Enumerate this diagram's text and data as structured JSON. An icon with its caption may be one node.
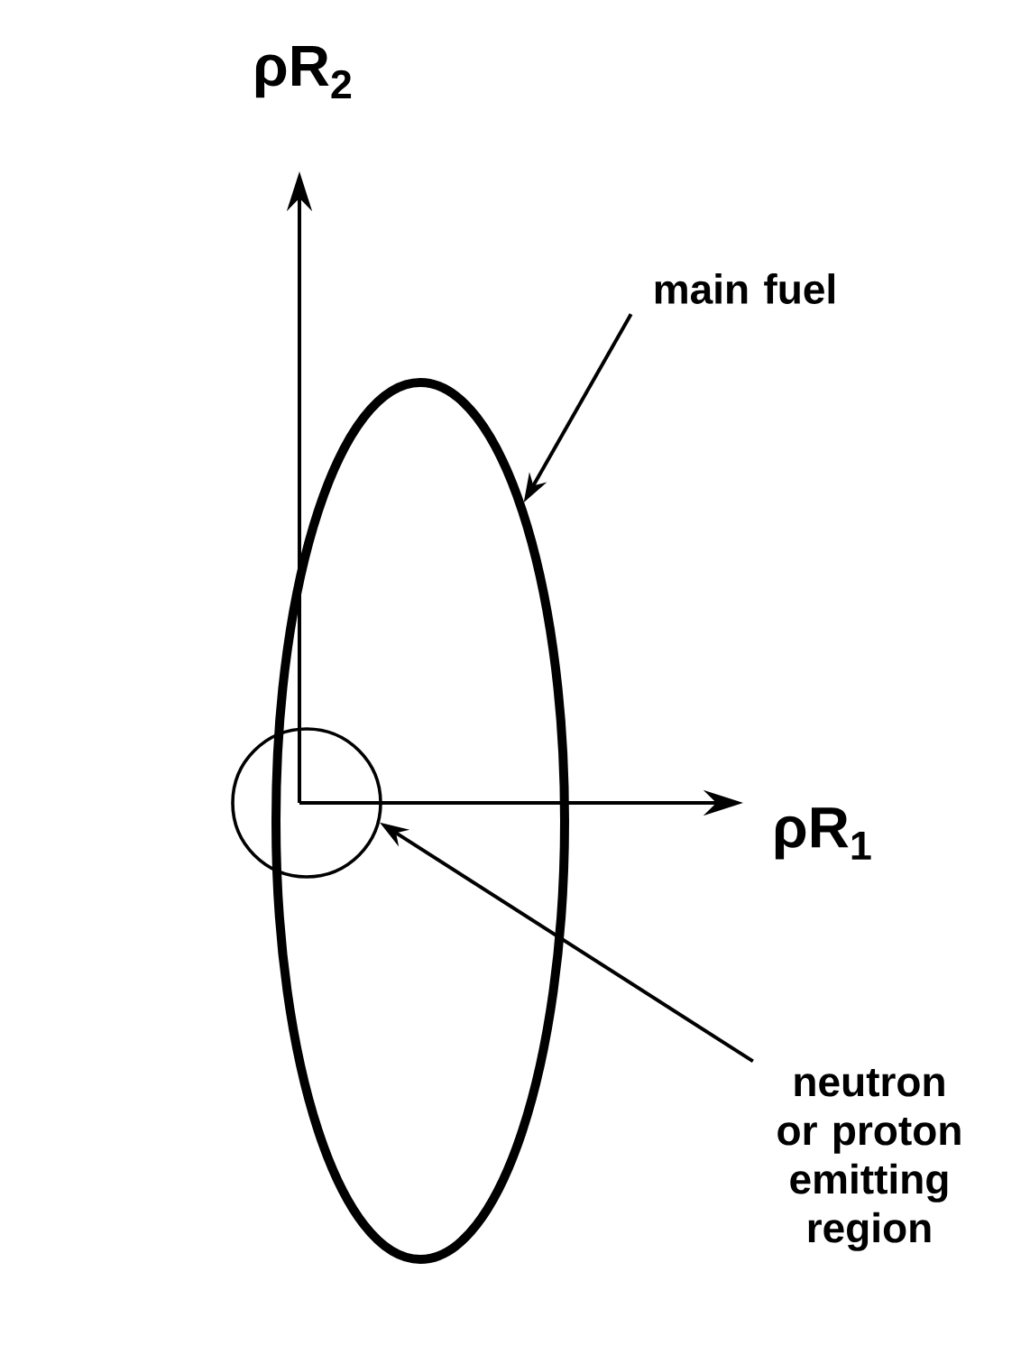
{
  "diagram": {
    "nodes": [
      {
        "text": [
          "main fuel"
        ]
      },
      {
        "text": [],
        "shape": "ellipse"
      },
      {
        "text": [],
        "shape": "circle"
      },
      {
        "text": [
          "neutron or proton emitting region"
        ]
      }
    ],
    "edges": [
      {
        "from": 0,
        "to": 1,
        "arrow": "to"
      },
      {
        "from": 3,
        "to": 2,
        "arrow": "to"
      }
    ],
    "labels": [
      "ρR$_{2}$",
      "ρR$_{1}$"
    ]
  }
}
